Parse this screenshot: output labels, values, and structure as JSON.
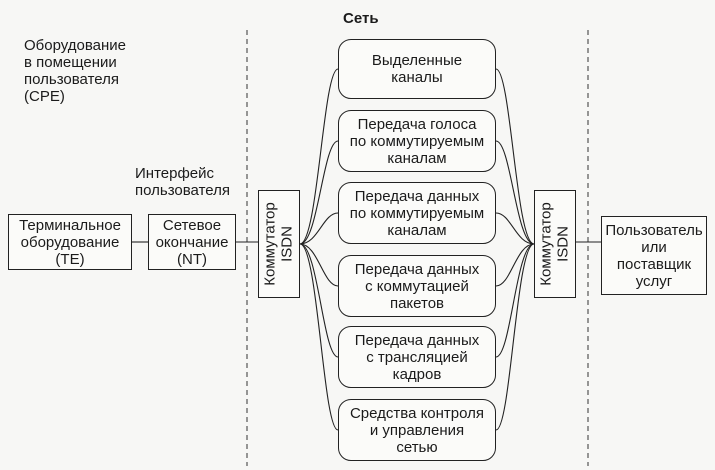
{
  "network_title": "Сеть",
  "cpe_title": "Оборудование\nв помещении\nпользователя\n(CPE)",
  "user_interface_label": "Интерфейс\nпользователя",
  "terminal_equipment": "Терминальное\nоборудование\n(TE)",
  "network_termination": "Сетевое\nокончание\n(NT)",
  "left_switch": "Коммутатор\nISDN",
  "right_switch": "Коммутатор\nISDN",
  "provider": "Пользователь\nили\nпоставщик\nуслуг",
  "services": [
    "Выделенные\nканалы",
    "Передача голоса\nпо коммутируемым\nканалам",
    "Передача данных\nпо коммутируемым\nканалам",
    "Передача данных\nс коммутацией\nпакетов",
    "Передача данных\nс трансляцией\nкадров",
    "Средства контроля\nи управления\nсетью"
  ]
}
